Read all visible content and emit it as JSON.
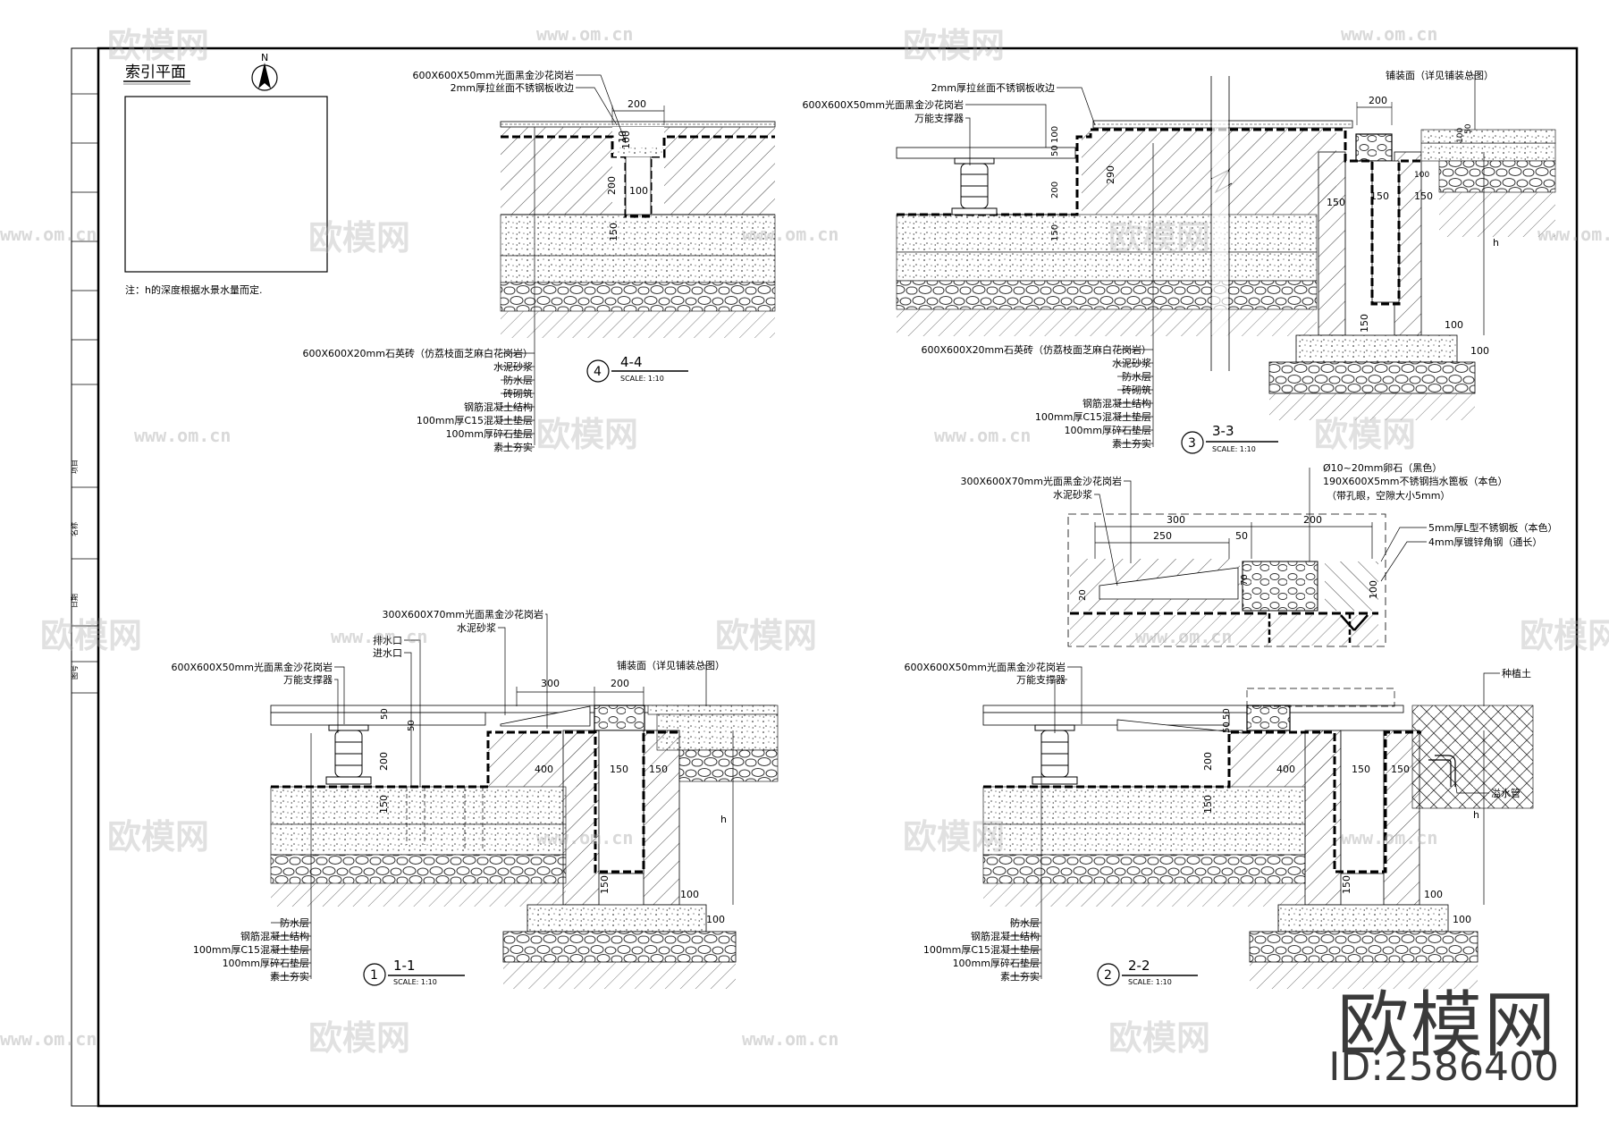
{
  "index_plan": {
    "title": "索引平面",
    "note": "注：h的深度根据水景水量而定."
  },
  "north": "N",
  "sections": {
    "s4": {
      "num": "4",
      "name": "4-4",
      "scale": "SCALE:  1:10",
      "top_labels": [
        "600X600X50mm光面黑金沙花岗岩",
        "2mm厚拉丝面不锈钢板收边"
      ],
      "layers": [
        "600X600X20mm石英砖（仿荔枝面芝麻白花岗岩）",
        "水泥砂浆",
        "防水层",
        "砖砌筑",
        "钢筋混凝土结构",
        "100mm厚C15混凝土垫层",
        "100mm厚碎石垫层",
        "素土夯实"
      ],
      "dims": [
        "200",
        "100",
        "10",
        "200",
        "100",
        "150"
      ]
    },
    "s3": {
      "num": "3",
      "name": "3-3",
      "scale": "SCALE:  1:10",
      "top_labels": [
        "2mm厚拉丝面不锈钢板收边",
        "600X600X50mm光面黑金沙花岗岩",
        "万能支撑器",
        "铺装面（详见铺装总图）"
      ],
      "layers": [
        "600X600X20mm石英砖（仿荔枝面芝麻白花岗岩）",
        "水泥砂浆",
        "防水层",
        "砖砌筑",
        "钢筋混凝土结构",
        "100mm厚C15混凝土垫层",
        "100mm厚碎石垫层",
        "素土夯实"
      ],
      "dims": [
        "200",
        "100",
        "50",
        "200",
        "150",
        "290",
        "150",
        "150",
        "150",
        "100",
        "100",
        "150",
        "h",
        "100",
        "50",
        "100"
      ]
    },
    "detail": {
      "labels": [
        "300X600X70mm光面黑金沙花岗岩",
        "水泥砂浆",
        "Ø10~20mm卵石（黑色）",
        "190X600X5mm不锈钢挡水篦板（本色）",
        "（带孔眼，空隙大小5mm）",
        "5mm厚L型不锈钢板（本色）",
        "4mm厚镀锌角钢（通长）"
      ],
      "dims": [
        "300",
        "250",
        "50",
        "200",
        "70",
        "20",
        "100"
      ]
    },
    "s1": {
      "num": "1",
      "name": "1-1",
      "scale": "SCALE:  1:10",
      "top_labels": [
        "300X600X70mm光面黑金沙花岗岩",
        "水泥砂浆",
        "排水口",
        "进水口",
        "600X600X50mm光面黑金沙花岗岩",
        "万能支撑器",
        "铺装面（详见铺装总图）"
      ],
      "layers": [
        "防水层",
        "钢筋混凝土结构",
        "100mm厚C15混凝土垫层",
        "100mm厚碎石垫层",
        "素土夯实"
      ],
      "dims": [
        "300",
        "200",
        "50",
        "50",
        "200",
        "150",
        "400",
        "150",
        "150",
        "100",
        "h",
        "150",
        "100",
        "100"
      ]
    },
    "s2": {
      "num": "2",
      "name": "2-2",
      "scale": "SCALE:  1:10",
      "top_labels": [
        "600X600X50mm光面黑金沙花岗岩",
        "万能支撑器",
        "种植土",
        "溢水管"
      ],
      "layers": [
        "防水层",
        "钢筋混凝土结构",
        "100mm厚C15混凝土垫层",
        "100mm厚碎石垫层",
        "素土夯实"
      ],
      "dims": [
        "50",
        "50",
        "200",
        "150",
        "400",
        "150",
        "150",
        "100",
        "h",
        "150",
        "100",
        "100"
      ]
    }
  },
  "title_block": [
    "图号",
    "日期",
    "名称",
    "项目"
  ],
  "watermarks": {
    "logo": "欧模网",
    "url": "www.om.cn"
  },
  "brand": {
    "name": "欧模网",
    "id": "ID:2586400"
  }
}
